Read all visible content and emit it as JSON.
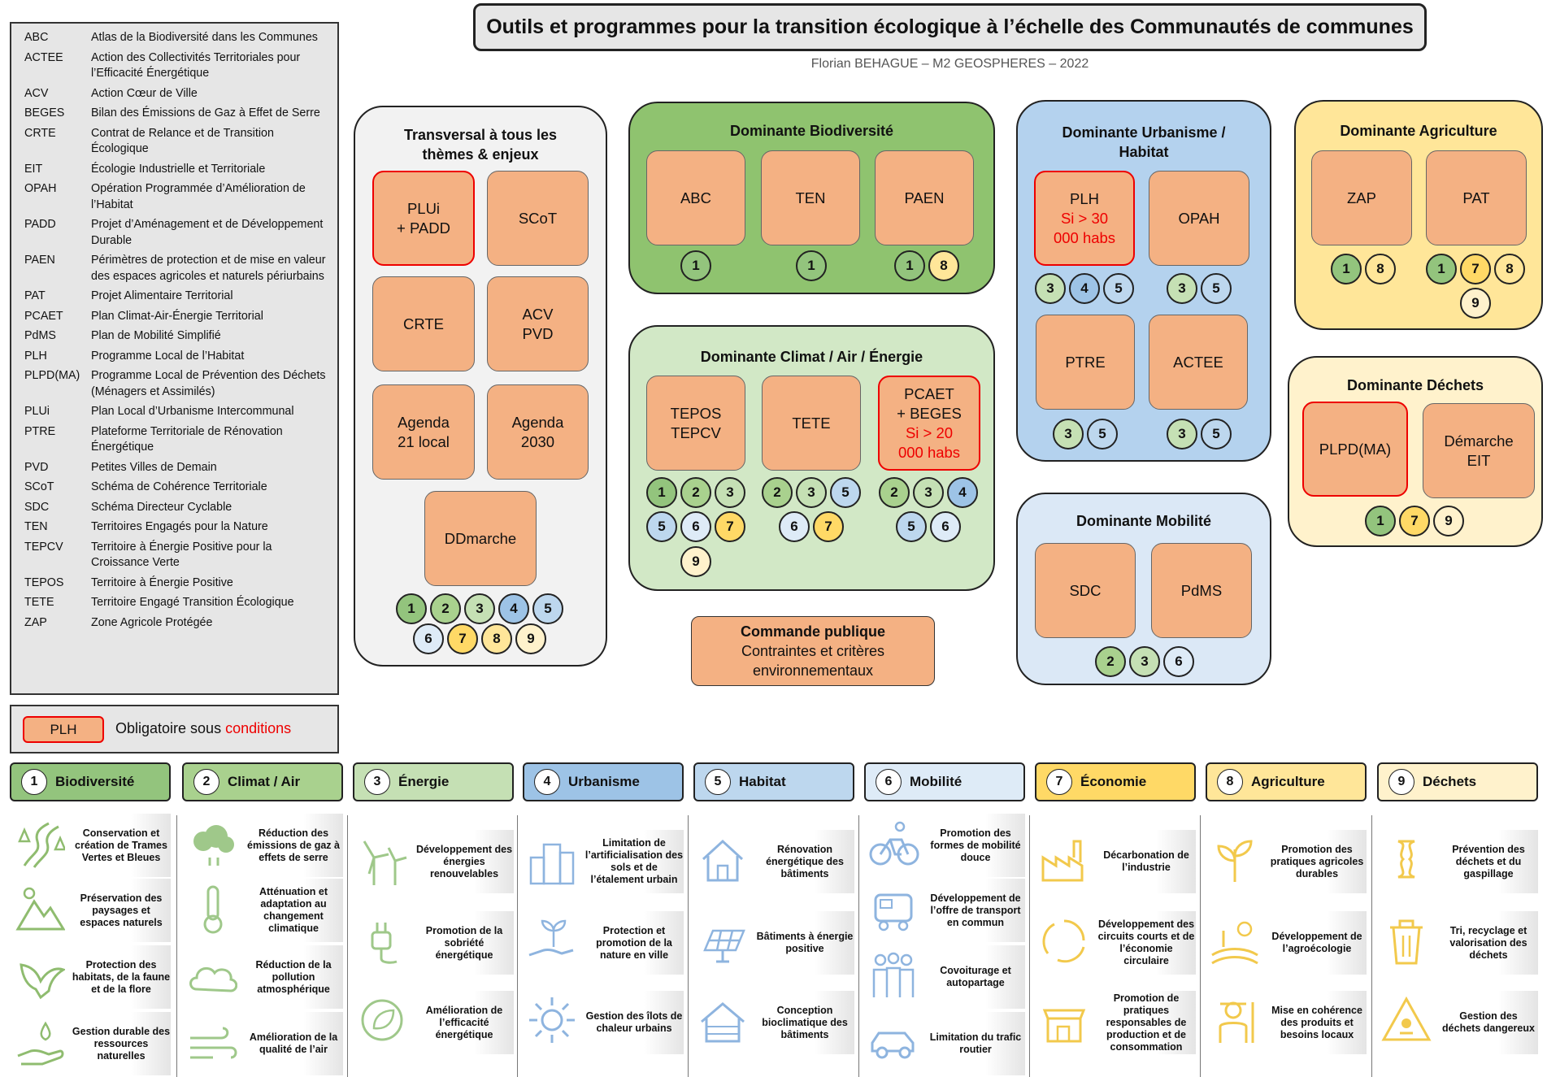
{
  "title": "Outils et programmes pour la transition écologique à l’échelle des Communautés de communes",
  "author": "Florian BEHAGUE – M2 GEOSPHERES – 2022",
  "colors": {
    "c1": "#93c47d",
    "c2": "#a9d18e",
    "c3": "#c5e0b4",
    "c4": "#9dc3e6",
    "c5": "#bdd7ee",
    "c6": "#deebf7",
    "c7": "#ffd966",
    "c8": "#ffe699",
    "c9": "#fff2cc",
    "tool": "#f4b183",
    "mandatory": "#e00000"
  },
  "glossary": [
    {
      "abbr": "ABC",
      "def": "Atlas de la Biodiversité dans les Communes"
    },
    {
      "abbr": "ACTEE",
      "def": "Action des Collectivités Territoriales pour l’Efficacité Énergétique"
    },
    {
      "abbr": "ACV",
      "def": "Action Cœur de Ville"
    },
    {
      "abbr": "BEGES",
      "def": "Bilan des Émissions de Gaz à Effet de Serre"
    },
    {
      "abbr": "CRTE",
      "def": "Contrat de Relance et de Transition Écologique"
    },
    {
      "abbr": "EIT",
      "def": "Écologie Industrielle et Territoriale"
    },
    {
      "abbr": "OPAH",
      "def": "Opération Programmée d’Amélioration de l’Habitat"
    },
    {
      "abbr": "PADD",
      "def": "Projet d’Aménagement et de Développement Durable"
    },
    {
      "abbr": "PAEN",
      "def": "Périmètres de protection et de mise en valeur des espaces agricoles et naturels périurbains"
    },
    {
      "abbr": "PAT",
      "def": "Projet Alimentaire Territorial"
    },
    {
      "abbr": "PCAET",
      "def": "Plan Climat-Air-Énergie Territorial"
    },
    {
      "abbr": "PdMS",
      "def": "Plan de Mobilité Simplifié"
    },
    {
      "abbr": "PLH",
      "def": "Programme Local de l’Habitat"
    },
    {
      "abbr": "PLPD(MA)",
      "def": "Programme Local de Prévention des Déchets (Ménagers et Assimilés)"
    },
    {
      "abbr": "PLUi",
      "def": "Plan Local d’Urbanisme Intercommunal"
    },
    {
      "abbr": "PTRE",
      "def": "Plateforme Territoriale de Rénovation Énergétique"
    },
    {
      "abbr": "PVD",
      "def": "Petites Villes de Demain"
    },
    {
      "abbr": "SCoT",
      "def": "Schéma de Cohérence Territoriale"
    },
    {
      "abbr": "SDC",
      "def": "Schéma Directeur Cyclable"
    },
    {
      "abbr": "TEN",
      "def": "Territoires Engagés pour la Nature"
    },
    {
      "abbr": "TEPCV",
      "def": "Territoire à Énergie Positive pour la Croissance Verte"
    },
    {
      "abbr": "TEPOS",
      "def": "Territoire à Énergie Positive"
    },
    {
      "abbr": "TETE",
      "def": "Territoire Engagé Transition Écologique"
    },
    {
      "abbr": "ZAP",
      "def": "Zone Agricole Protégée"
    }
  ],
  "legend": {
    "box": "PLH",
    "text": "Obligatoire sous ",
    "text_red": "conditions"
  },
  "groups": {
    "transversal": {
      "title": "Transversal à tous les thèmes & enjeux",
      "tools": [
        {
          "lines": [
            "PLUi",
            "+ PADD"
          ],
          "mandatory": true
        },
        {
          "lines": [
            "SCoT"
          ]
        },
        {
          "lines": [
            "CRTE"
          ]
        },
        {
          "lines": [
            "ACV",
            "PVD"
          ]
        },
        {
          "lines": [
            "Agenda",
            "21 local"
          ]
        },
        {
          "lines": [
            "Agenda",
            "2030"
          ]
        },
        {
          "lines": [
            "DDmarche"
          ]
        }
      ],
      "themes": [
        1,
        2,
        3,
        4,
        5,
        6,
        7,
        8,
        9
      ]
    },
    "biodiv": {
      "title": "Dominante Biodiversité",
      "tools": [
        {
          "lines": [
            "ABC"
          ],
          "themes": [
            1
          ]
        },
        {
          "lines": [
            "TEN"
          ],
          "themes": [
            1
          ]
        },
        {
          "lines": [
            "PAEN"
          ],
          "themes": [
            1,
            8
          ]
        }
      ]
    },
    "climat": {
      "title": "Dominante Climat / Air / Énergie",
      "tools": [
        {
          "lines": [
            "TEPOS",
            "TEPCV"
          ],
          "themes": [
            1,
            2,
            3,
            5,
            6,
            7,
            9
          ]
        },
        {
          "lines": [
            "TETE"
          ],
          "themes": [
            2,
            3,
            5,
            6,
            7
          ]
        },
        {
          "lines": [
            "PCAET",
            "+ BEGES"
          ],
          "red": [
            "Si > 20",
            "000 habs"
          ],
          "mandatory": true,
          "themes": [
            2,
            3,
            4,
            5,
            6
          ]
        }
      ]
    },
    "commande": {
      "title": "Commande publique",
      "sub": [
        "Contraintes et critères",
        "environnementaux"
      ]
    },
    "urba": {
      "title": "Dominante Urbanisme / Habitat",
      "tools": [
        {
          "lines": [
            "PLH"
          ],
          "red": [
            "Si > 30",
            "000 habs"
          ],
          "mandatory": true,
          "themes": [
            3,
            4,
            5
          ]
        },
        {
          "lines": [
            "OPAH"
          ],
          "themes": [
            3,
            5
          ]
        },
        {
          "lines": [
            "PTRE"
          ],
          "themes": [
            3,
            5
          ]
        },
        {
          "lines": [
            "ACTEE"
          ],
          "themes": [
            3,
            5
          ]
        }
      ]
    },
    "mobi": {
      "title": "Dominante Mobilité",
      "tools": [
        {
          "lines": [
            "SDC"
          ]
        },
        {
          "lines": [
            "PdMS"
          ]
        }
      ],
      "themes": [
        2,
        3,
        6
      ]
    },
    "agri": {
      "title": "Dominante Agriculture",
      "tools": [
        {
          "lines": [
            "ZAP"
          ],
          "themes": [
            1,
            8
          ]
        },
        {
          "lines": [
            "PAT"
          ],
          "themes": [
            1,
            7,
            8,
            9
          ]
        }
      ]
    },
    "dechets": {
      "title": "Dominante Déchets",
      "tools": [
        {
          "lines": [
            "PLPD(MA)"
          ],
          "mandatory": true
        },
        {
          "lines": [
            "Démarche",
            "EIT"
          ]
        }
      ],
      "themes": [
        1,
        7,
        9
      ]
    }
  },
  "themes": [
    {
      "num": "1",
      "label": "Biodiversité",
      "color": "#93c47d",
      "icon_color": "#8fbc6f",
      "items": [
        {
          "icon": "river-icon",
          "text": "Conservation et création de Trames Vertes et Bleues"
        },
        {
          "icon": "mountain-icon",
          "text": "Préservation des paysages et espaces naturels"
        },
        {
          "icon": "eagle-icon",
          "text": "Protection des habitats, de la faune et de la flore"
        },
        {
          "icon": "hand-water-icon",
          "text": "Gestion durable des ressources naturelles"
        }
      ]
    },
    {
      "num": "2",
      "label": "Climat / Air",
      "color": "#a9d18e",
      "icon_color": "#9fc88a",
      "items": [
        {
          "icon": "smoke-cloud-icon",
          "text": "Réduction des émissions de gaz à effets de serre"
        },
        {
          "icon": "thermometer-icon",
          "text": "Atténuation et adaptation au changement climatique"
        },
        {
          "icon": "cloud-icon",
          "text": "Réduction de la pollution atmosphérique"
        },
        {
          "icon": "wind-icon",
          "text": "Amélioration de la qualité de l’air"
        }
      ]
    },
    {
      "num": "3",
      "label": "Énergie",
      "color": "#c5e0b4",
      "icon_color": "#9fc88a",
      "items": [
        {
          "icon": "wind-turbine-icon",
          "text": "Développement des énergies renouvelables"
        },
        {
          "icon": "plug-icon",
          "text": "Promotion de la sobriété énergétique"
        },
        {
          "icon": "eco-plug-icon",
          "text": "Amélioration de l’efficacité énergétique"
        }
      ]
    },
    {
      "num": "4",
      "label": "Urbanisme",
      "color": "#9dc3e6",
      "icon_color": "#8eb4df",
      "items": [
        {
          "icon": "buildings-icon",
          "text": "Limitation de l’artificialisation des sols et de l’étalement urbain"
        },
        {
          "icon": "hand-plant-icon",
          "text": "Protection et promotion de la nature en ville"
        },
        {
          "icon": "sun-icon",
          "text": "Gestion des îlots de chaleur urbains"
        }
      ]
    },
    {
      "num": "5",
      "label": "Habitat",
      "color": "#bdd7ee",
      "icon_color": "#8eb4df",
      "items": [
        {
          "icon": "house-icon",
          "text": "Rénovation énergétique des bâtiments"
        },
        {
          "icon": "solar-panel-icon",
          "text": "Bâtiments à énergie positive"
        },
        {
          "icon": "cabin-icon",
          "text": "Conception bioclimatique des bâtiments"
        }
      ]
    },
    {
      "num": "6",
      "label": "Mobilité",
      "color": "#deebf7",
      "icon_color": "#8eb4df",
      "items": [
        {
          "icon": "bicycle-icon",
          "text": "Promotion des formes de mobilité douce"
        },
        {
          "icon": "train-icon",
          "text": "Développement de l’offre de transport en commun"
        },
        {
          "icon": "people-icon",
          "text": "Covoiturage et autopartage"
        },
        {
          "icon": "car-icon",
          "text": "Limitation du trafic routier"
        }
      ]
    },
    {
      "num": "7",
      "label": "Économie",
      "color": "#ffd966",
      "icon_color": "#f2c94c",
      "items": [
        {
          "icon": "factory-icon",
          "text": "Décarbonation de l’industrie"
        },
        {
          "icon": "recycle-icon",
          "text": "Développement des circuits courts et de l’économie circulaire"
        },
        {
          "icon": "shop-icon",
          "text": "Promotion de pratiques responsables de production et de consommation"
        }
      ]
    },
    {
      "num": "8",
      "label": "Agriculture",
      "color": "#ffe699",
      "icon_color": "#f2c94c",
      "items": [
        {
          "icon": "sprout-icon",
          "text": "Promotion des pratiques agricoles durables"
        },
        {
          "icon": "field-icon",
          "text": "Développement de l’agroécologie"
        },
        {
          "icon": "farmer-icon",
          "text": "Mise en cohérence des produits et besoins locaux"
        }
      ]
    },
    {
      "num": "9",
      "label": "Déchets",
      "color": "#fff2cc",
      "icon_color": "#f2c94c",
      "items": [
        {
          "icon": "apple-core-icon",
          "text": "Prévention des déchets et du gaspillage"
        },
        {
          "icon": "trash-icon",
          "text": "Tri, recyclage et valorisation des déchets"
        },
        {
          "icon": "hazard-icon",
          "text": "Gestion des déchets dangereux"
        }
      ]
    }
  ]
}
